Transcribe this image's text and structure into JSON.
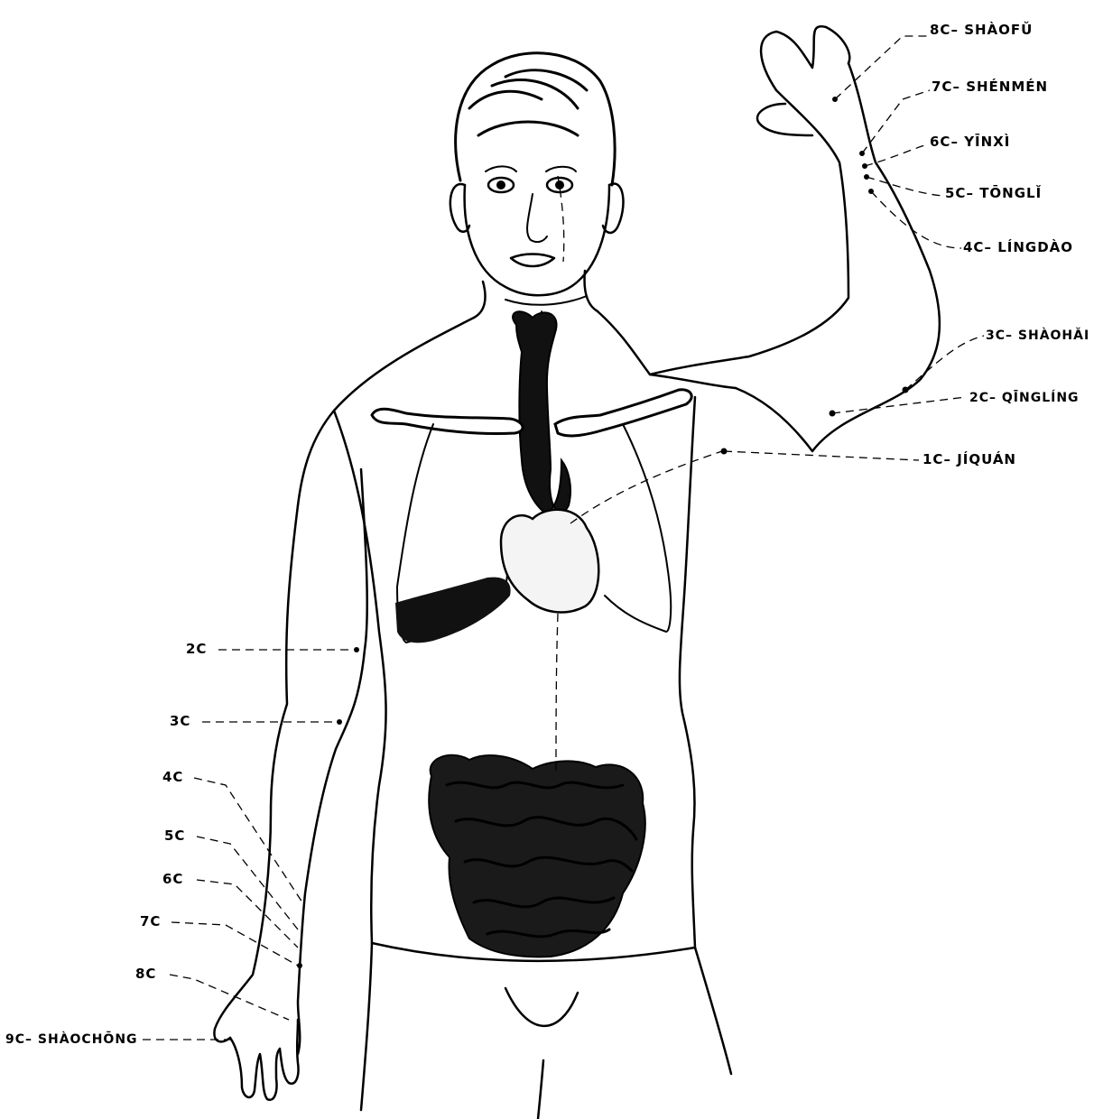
{
  "right_side_labels": [
    {
      "code": "8C",
      "name": "SHÀOFǓ"
    },
    {
      "code": "7C",
      "name": "SHÉNMÉN"
    },
    {
      "code": "6C",
      "name": "YĪNXÌ"
    },
    {
      "code": "5C",
      "name": "TŌNGLǏ"
    },
    {
      "code": "4C",
      "name": "LÍNGDÀO"
    },
    {
      "code": "3C",
      "name": "SHÀOHǍI"
    },
    {
      "code": "2C",
      "name": "QĪNGLÍNG"
    },
    {
      "code": "1C",
      "name": "JÍQUÁN"
    }
  ],
  "left_side_labels": [
    {
      "code": "2C"
    },
    {
      "code": "3C"
    },
    {
      "code": "4C"
    },
    {
      "code": "5C"
    },
    {
      "code": "6C"
    },
    {
      "code": "7C"
    },
    {
      "code": "8C"
    },
    {
      "code": "9C",
      "name": "SHÀOCHŌNG"
    }
  ],
  "colors": {
    "ink": "#000000",
    "paper": "#ffffff"
  }
}
